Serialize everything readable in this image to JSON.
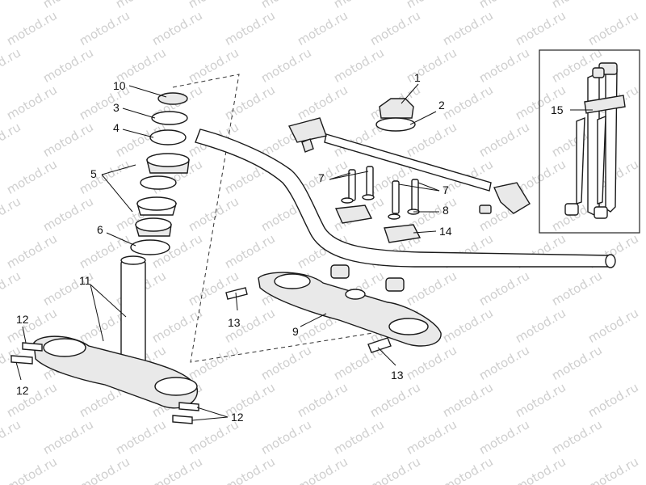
{
  "watermark": {
    "text": "motod.ru"
  },
  "callouts": [
    {
      "id": "c-1",
      "text": "1"
    },
    {
      "id": "c-2",
      "text": "2"
    },
    {
      "id": "c-3",
      "text": "3"
    },
    {
      "id": "c-4",
      "text": "4"
    },
    {
      "id": "c-5",
      "text": "5"
    },
    {
      "id": "c-6",
      "text": "6"
    },
    {
      "id": "c-7a",
      "text": "7"
    },
    {
      "id": "c-7b",
      "text": "7"
    },
    {
      "id": "c-8",
      "text": "8"
    },
    {
      "id": "c-9",
      "text": "9"
    },
    {
      "id": "c-10",
      "text": "10"
    },
    {
      "id": "c-11",
      "text": "11"
    },
    {
      "id": "c-12a",
      "text": "12"
    },
    {
      "id": "c-12b",
      "text": "12"
    },
    {
      "id": "c-12c",
      "text": "12"
    },
    {
      "id": "c-13a",
      "text": "13"
    },
    {
      "id": "c-13b",
      "text": "13"
    },
    {
      "id": "c-14",
      "text": "14"
    },
    {
      "id": "c-15",
      "text": "15"
    }
  ]
}
